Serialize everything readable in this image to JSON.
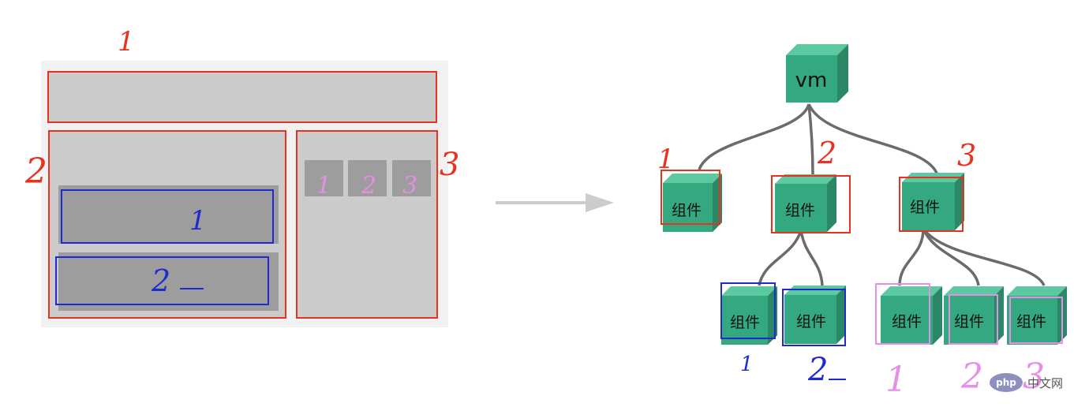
{
  "layout_diagram": {
    "annotations": {
      "top_label": "1",
      "left_label": "2",
      "right_label": "3",
      "inner_block_1": "1",
      "inner_block_2": "2",
      "tab_1": "1",
      "tab_2": "2",
      "tab_3": "3"
    }
  },
  "tree_diagram": {
    "root_label": "vm",
    "node_label": "组件",
    "level1_numbers": [
      "1",
      "2",
      "3"
    ],
    "leaf_numbers_blue": [
      "1",
      "2"
    ],
    "leaf_numbers_pink": [
      "1",
      "2",
      "3"
    ]
  },
  "watermark": {
    "text": "中文网",
    "logo": "php"
  },
  "colors": {
    "red": "#e8311f",
    "blue": "#1f2bcf",
    "pink": "#e58fe6",
    "cube_front": "#34a880",
    "cube_top": "#5cc9a0",
    "cube_side": "#2a8866",
    "panel_bg": "#f1f1f1",
    "block_bg": "#cbcbcb",
    "inner_bg": "#9d9d9d",
    "arrow": "#cccccc",
    "edge": "#6b6b6b"
  }
}
